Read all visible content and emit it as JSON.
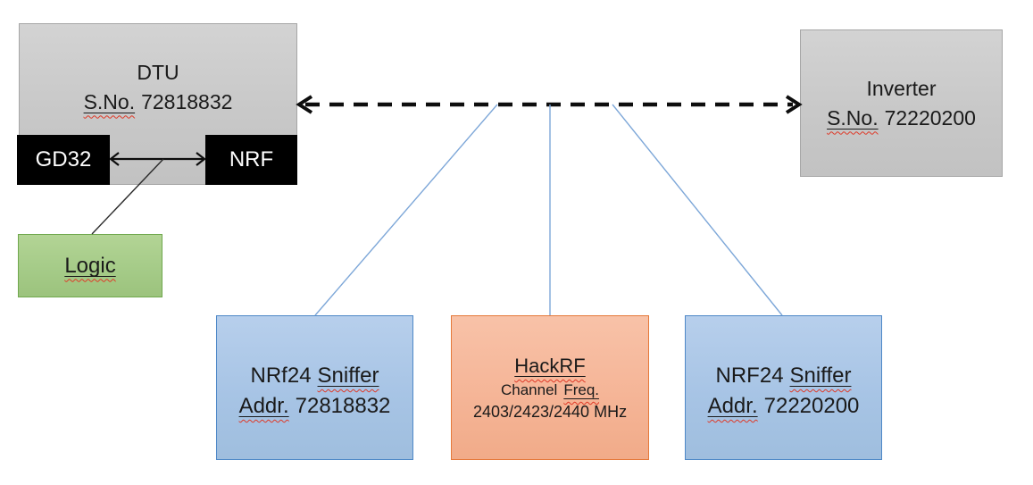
{
  "diagram": {
    "dtu": {
      "title": "DTU",
      "serial_label": "S.No.",
      "serial_number": "72818832"
    },
    "gd32_chip": {
      "label": "GD32"
    },
    "nrf_chip": {
      "label": "NRF"
    },
    "logic": {
      "label": "Logic"
    },
    "inverter": {
      "title": "Inverter",
      "serial_label": "S.No.",
      "serial_number": "72220200"
    },
    "sniffer_left": {
      "name_prefix": "NRf24",
      "name_word": "Sniffer",
      "addr_label": "Addr.",
      "addr_number": "72818832"
    },
    "hackrf": {
      "title": "HackRF",
      "freq_label_prefix": "Channel",
      "freq_label_word": "Freq.",
      "frequencies": "2403/2423/2440 MHz"
    },
    "sniffer_right": {
      "name_prefix": "NRF24",
      "name_word": "Sniffer",
      "addr_label": "Addr.",
      "addr_number": "72220200"
    }
  },
  "colors": {
    "background": "#ffffff",
    "gray_fill": "#c8c8c8",
    "gray_border": "#a6a6a6",
    "blue_fill": "#a7c4e5",
    "blue_border": "#4e88c7",
    "orange_fill": "#f5b597",
    "orange_border": "#e5793a",
    "green_fill": "#a5cb88",
    "green_border": "#70a84e",
    "chip_fill": "#000000",
    "connector_blue": "#7da7d8",
    "arrow_black": "#0d0d0d",
    "squiggle_red": "#df3826",
    "text": "#1a1a1a"
  }
}
